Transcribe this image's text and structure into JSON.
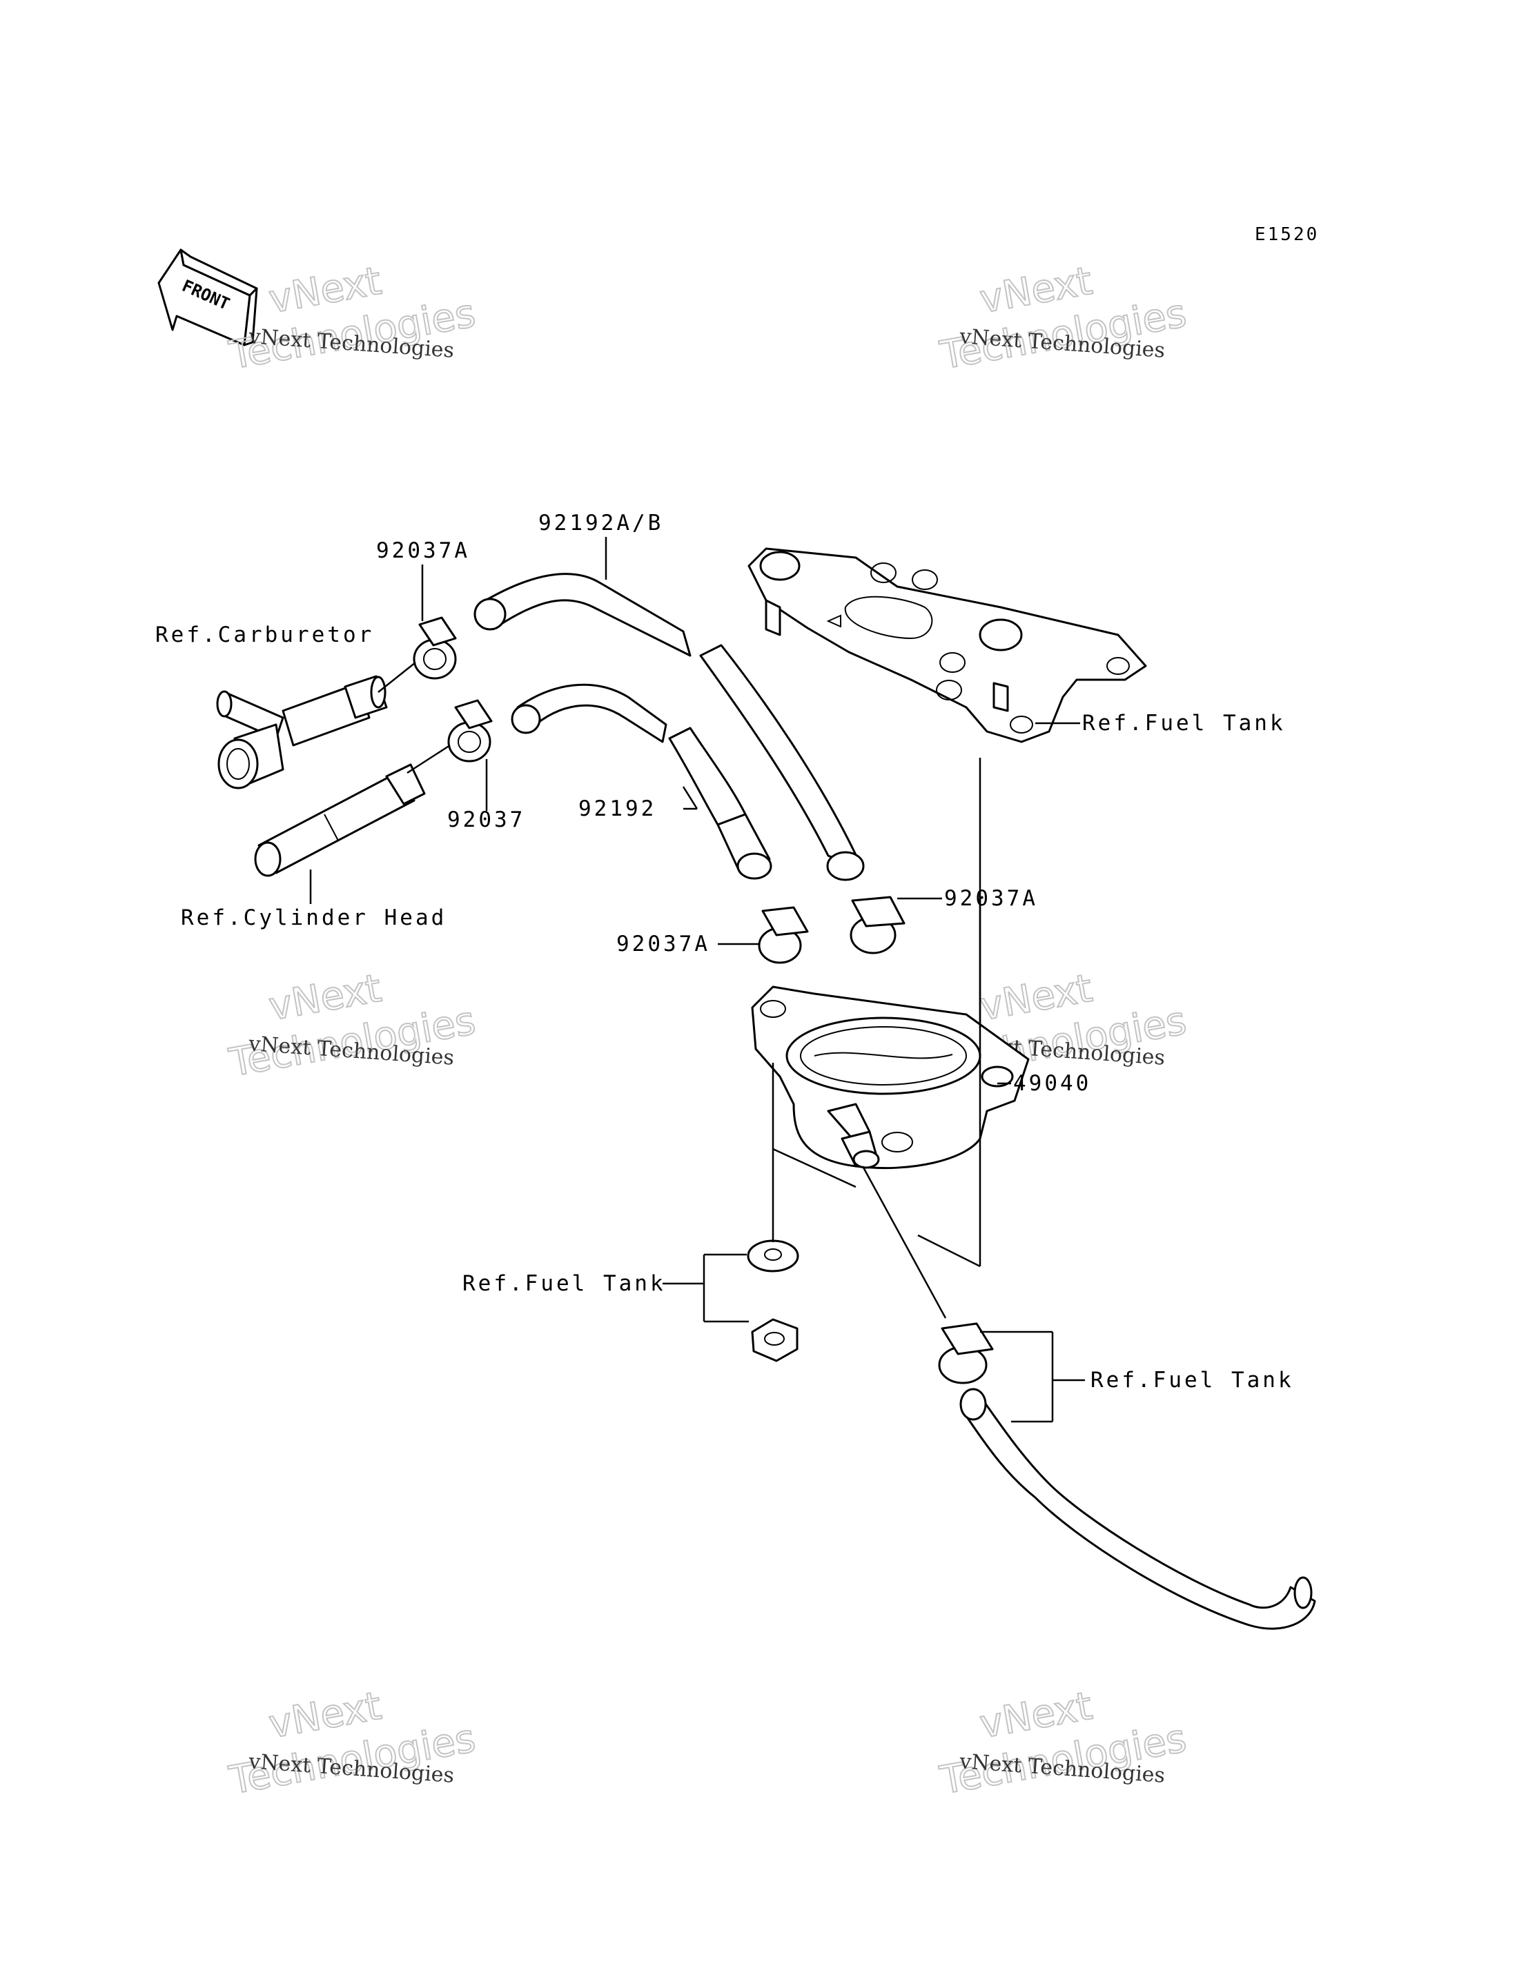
{
  "diagram_code": "E1520",
  "front_label": "FRONT",
  "watermark": {
    "line1": "vNext Technologies",
    "line2": "vNext",
    "line3": "Technologies"
  },
  "callouts": {
    "hose_92192ab": "92192A/B",
    "clamp_92037a_top": "92037A",
    "ref_carburetor": "Ref.Carburetor",
    "ref_fuel_tank_bracket": "Ref.Fuel Tank",
    "clamp_92037": "92037",
    "hose_92192": "92192",
    "ref_cylinder_head": "Ref.Cylinder Head",
    "clamp_92037a_right": "92037A",
    "clamp_92037a_left": "92037A",
    "fuel_cock_49040": "49040",
    "ref_fuel_tank_nut": "Ref.Fuel Tank",
    "ref_fuel_tank_hose": "Ref.Fuel Tank"
  }
}
